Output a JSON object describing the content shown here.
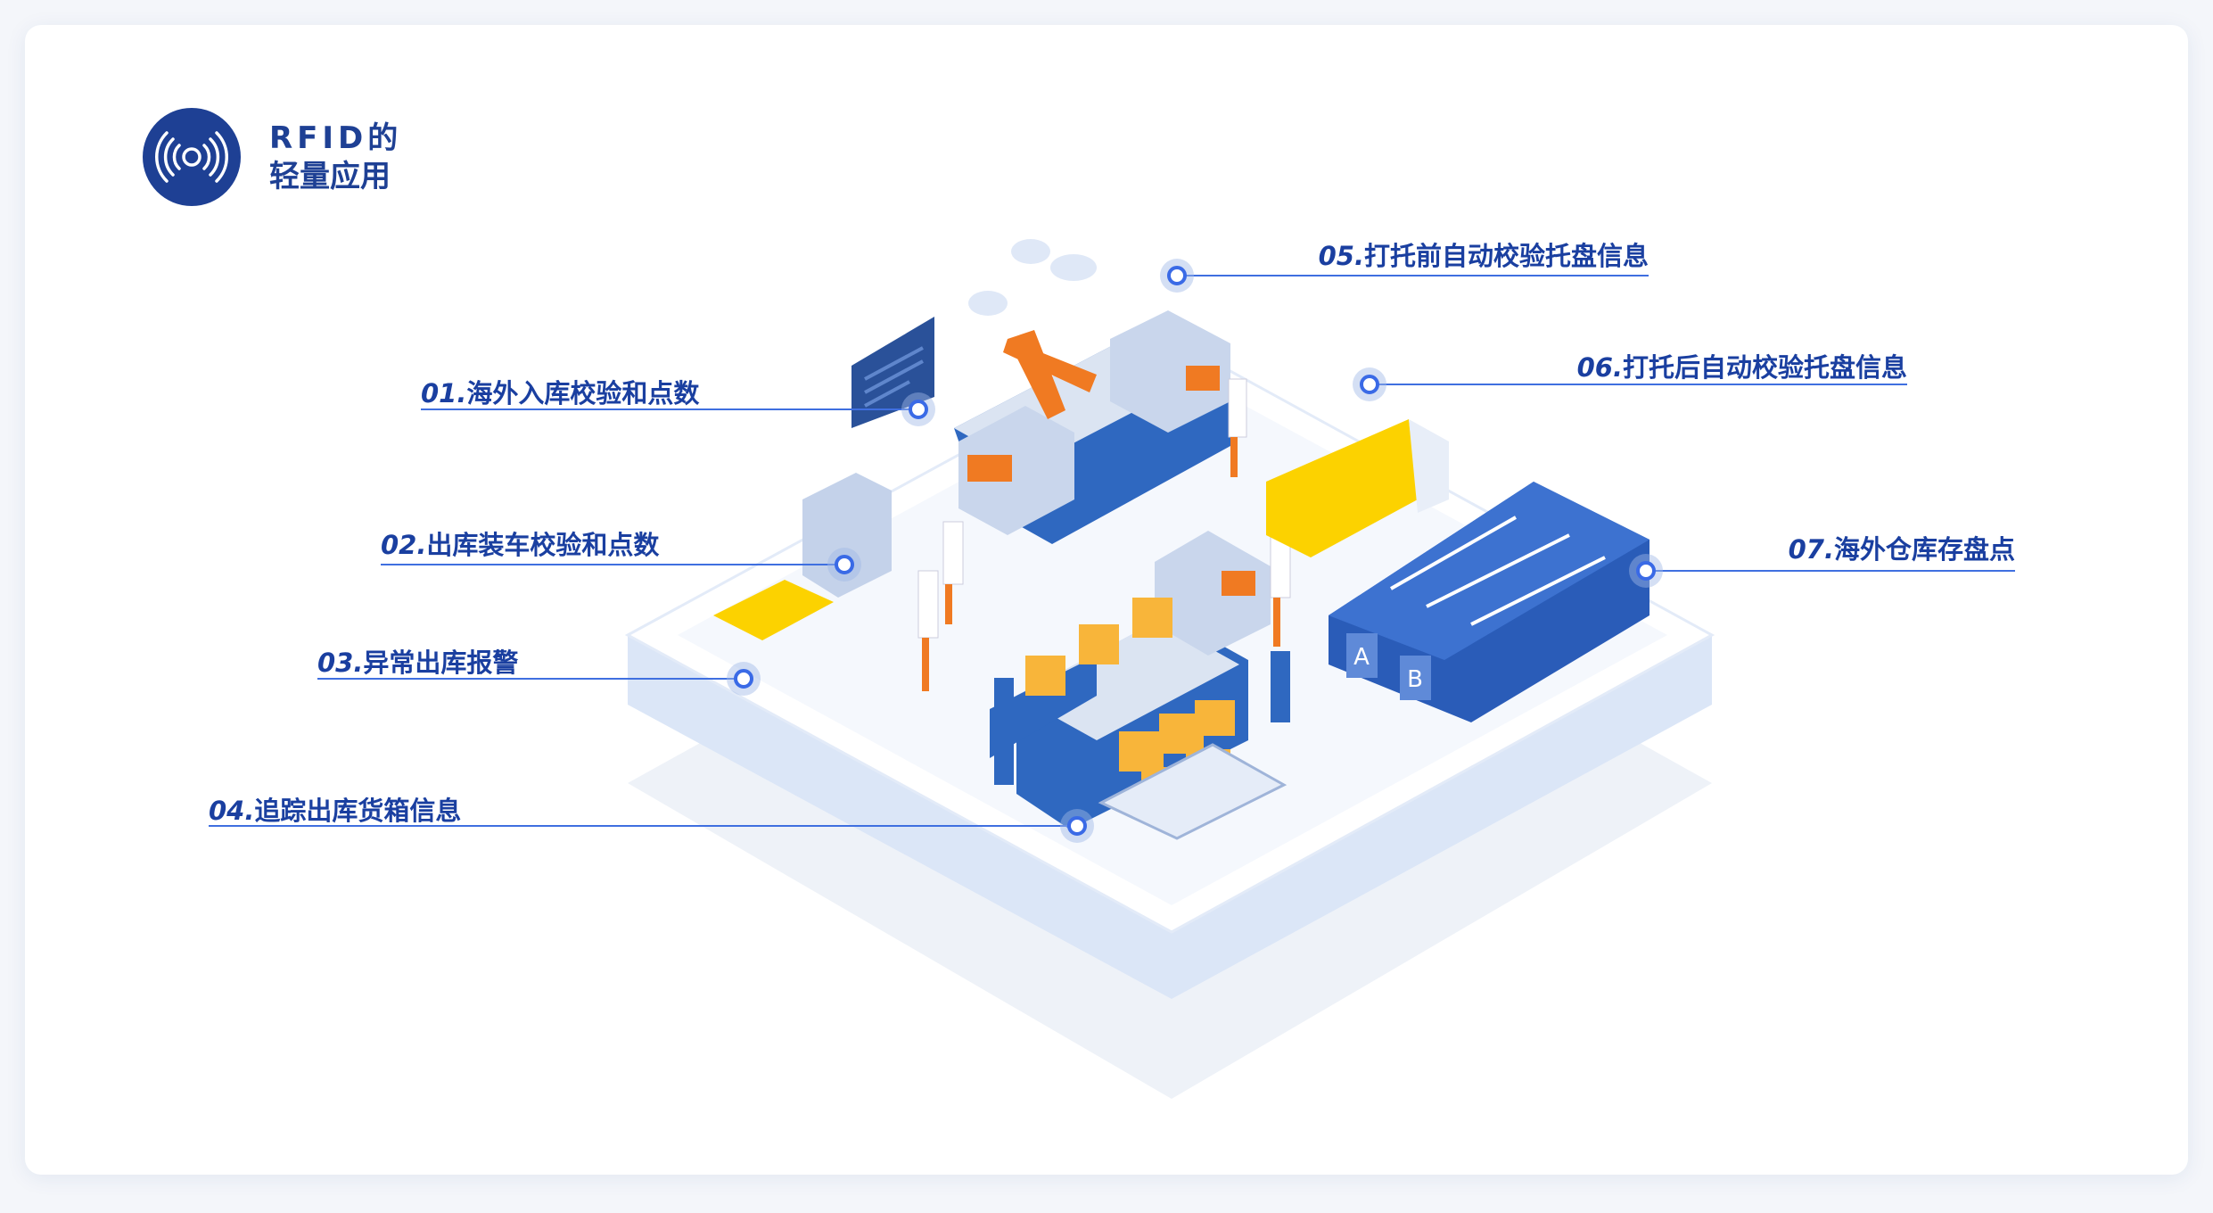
{
  "header": {
    "title_line1": "RFID的",
    "title_line2": "轻量应用",
    "logo_icon": "rfid-signal-icon"
  },
  "colors": {
    "brand": "#1e4094",
    "label_text": "#1a3fa0",
    "leader_line": "#3f6fe0",
    "accent_orange": "#f07a22",
    "accent_yellow": "#fcd200"
  },
  "callouts": [
    {
      "num": "01.",
      "text": "海外入库校验和点数"
    },
    {
      "num": "02.",
      "text": "出库装车校验和点数"
    },
    {
      "num": "03.",
      "text": "异常出库报警"
    },
    {
      "num": "04.",
      "text": "追踪出库货箱信息"
    },
    {
      "num": "05.",
      "text": "打托前自动校验托盘信息"
    },
    {
      "num": "06.",
      "text": "打托后自动校验托盘信息"
    },
    {
      "num": "07.",
      "text": "海外仓库存盘点"
    }
  ],
  "illustration": {
    "warehouse_doors": [
      "A",
      "B"
    ]
  }
}
